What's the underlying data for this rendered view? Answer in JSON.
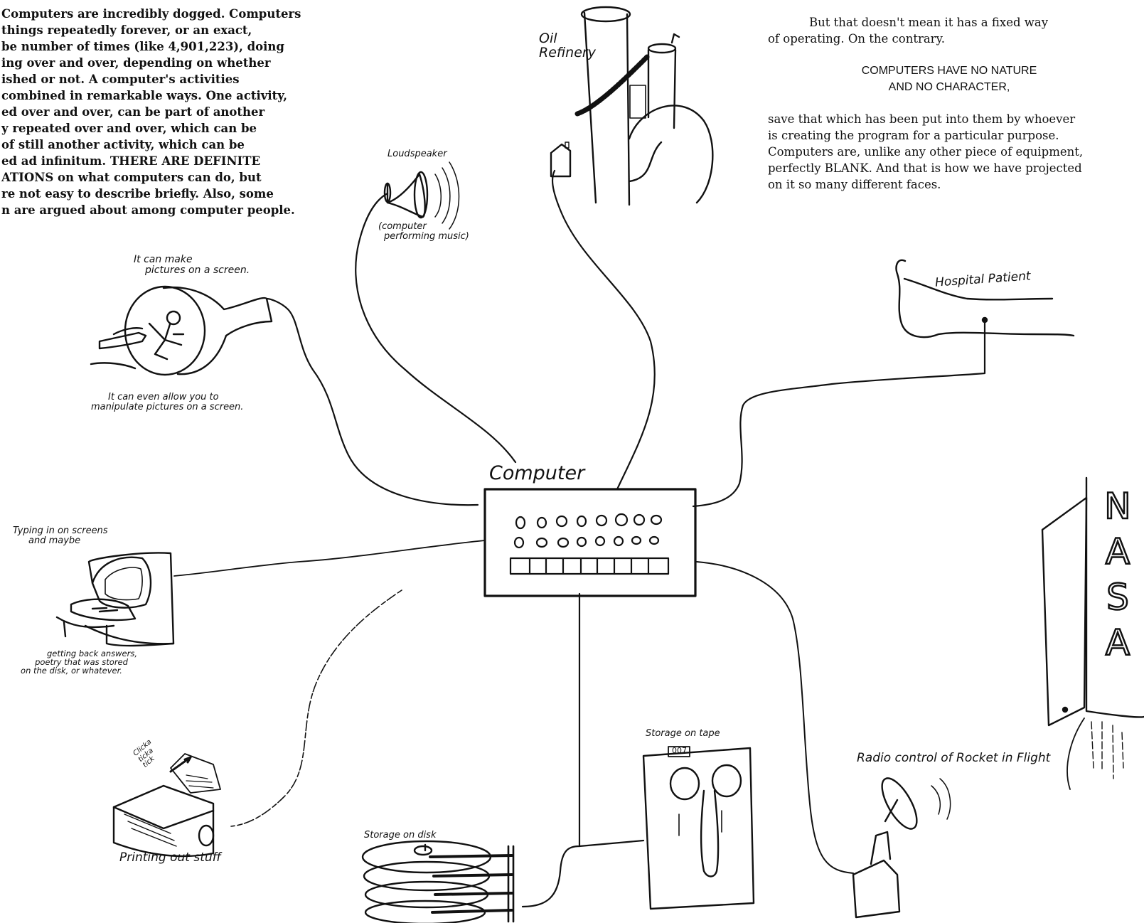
{
  "left_paragraph": [
    "Computers are incredibly dogged.  Computers",
    " things repeatedly forever, or an exact,",
    "be number of times (like 4,901,223), doing",
    "ing over and over, depending on whether",
    "ished or not.  A computer's activities",
    " combined in remarkable ways.  One activity,",
    "ed over and over, can be part of another",
    "y repeated over and over, which can be",
    " of still another activity, which can be",
    "ed ad infinitum.  THERE ARE DEFINITE",
    "ATIONS on what computers can do, but",
    "re not easy to describe briefly.  Also, some",
    "n are argued about among computer people."
  ],
  "right_paragraph": {
    "intro": [
      "But that doesn't mean it has a fixed way",
      "of operating.  On the contrary."
    ],
    "emphasis": [
      "COMPUTERS HAVE NO NATURE",
      "AND NO CHARACTER,"
    ],
    "body": [
      "save that which has been put into them by whoever",
      "is creating the program for a particular purpose.",
      "Computers are, unlike any other piece of equipment,",
      "perfectly BLANK.  And that is how we have projected",
      "on it so many different faces."
    ]
  },
  "labels": {
    "computer": "Computer",
    "oil_refinery": [
      "Oil",
      "Refinery"
    ],
    "loudspeaker": "Loudspeaker",
    "music_note": [
      "(computer",
      "performing music)"
    ],
    "pictures_top": [
      "It can make",
      "pictures on a screen."
    ],
    "pictures_bottom": [
      "It can even allow you to",
      "manipulate pictures on a screen."
    ],
    "hospital": "Hospital Patient",
    "typing_top": [
      "Typing in on screens",
      "and maybe"
    ],
    "typing_bottom": [
      "getting back answers,",
      "poetry that was stored",
      "on the disk, or whatever."
    ],
    "printer_sound": [
      "Clicka",
      "ticka",
      "tick"
    ],
    "printing": "Printing out stuff",
    "disk": "Storage on disk",
    "tape": "Storage on tape",
    "tape_badge": "007",
    "radio": "Radio control of Rocket in Flight",
    "nasa": [
      "N",
      "A",
      "S",
      "A"
    ]
  },
  "colors": {
    "ink": "#111111",
    "paper": "#ffffff"
  }
}
